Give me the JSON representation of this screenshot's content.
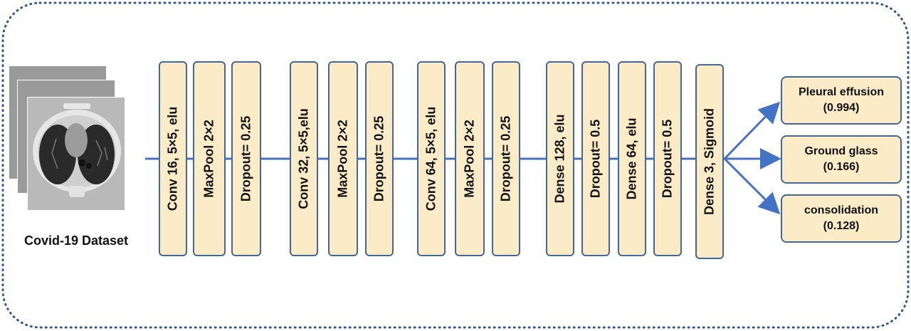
{
  "dataset": {
    "label": "Covid-19 Dataset",
    "image": "chest-ct-scan-stack"
  },
  "layers": [
    {
      "label": "Conv 16, 5×5, elu"
    },
    {
      "label": "MaxPool 2×2"
    },
    {
      "label": "Dropout= 0.25"
    },
    {
      "label": "Conv 32, 5×5,elu"
    },
    {
      "label": "MaxPool 2×2"
    },
    {
      "label": "Dropout= 0.25"
    },
    {
      "label": "Conv 64, 5×5, elu"
    },
    {
      "label": "MaxPool 2×2"
    },
    {
      "label": "Dropout= 0.25"
    },
    {
      "label": "Dense 128, elu"
    },
    {
      "label": "Dropout= 0.5"
    },
    {
      "label": "Dense 64, elu"
    },
    {
      "label": "Dropout= 0.5"
    },
    {
      "label": "Dense 3, Sigmoid"
    }
  ],
  "outputs": [
    {
      "name": "Pleural effusion",
      "score": "(0.994)"
    },
    {
      "name": "Ground glass",
      "score": "(0.166)"
    },
    {
      "name": "consolidation",
      "score": "(0.128)"
    }
  ],
  "colors": {
    "box_fill": "#fbebc6",
    "box_border": "#44679a",
    "connector": "#4472c4",
    "frame": "#2f5597"
  }
}
